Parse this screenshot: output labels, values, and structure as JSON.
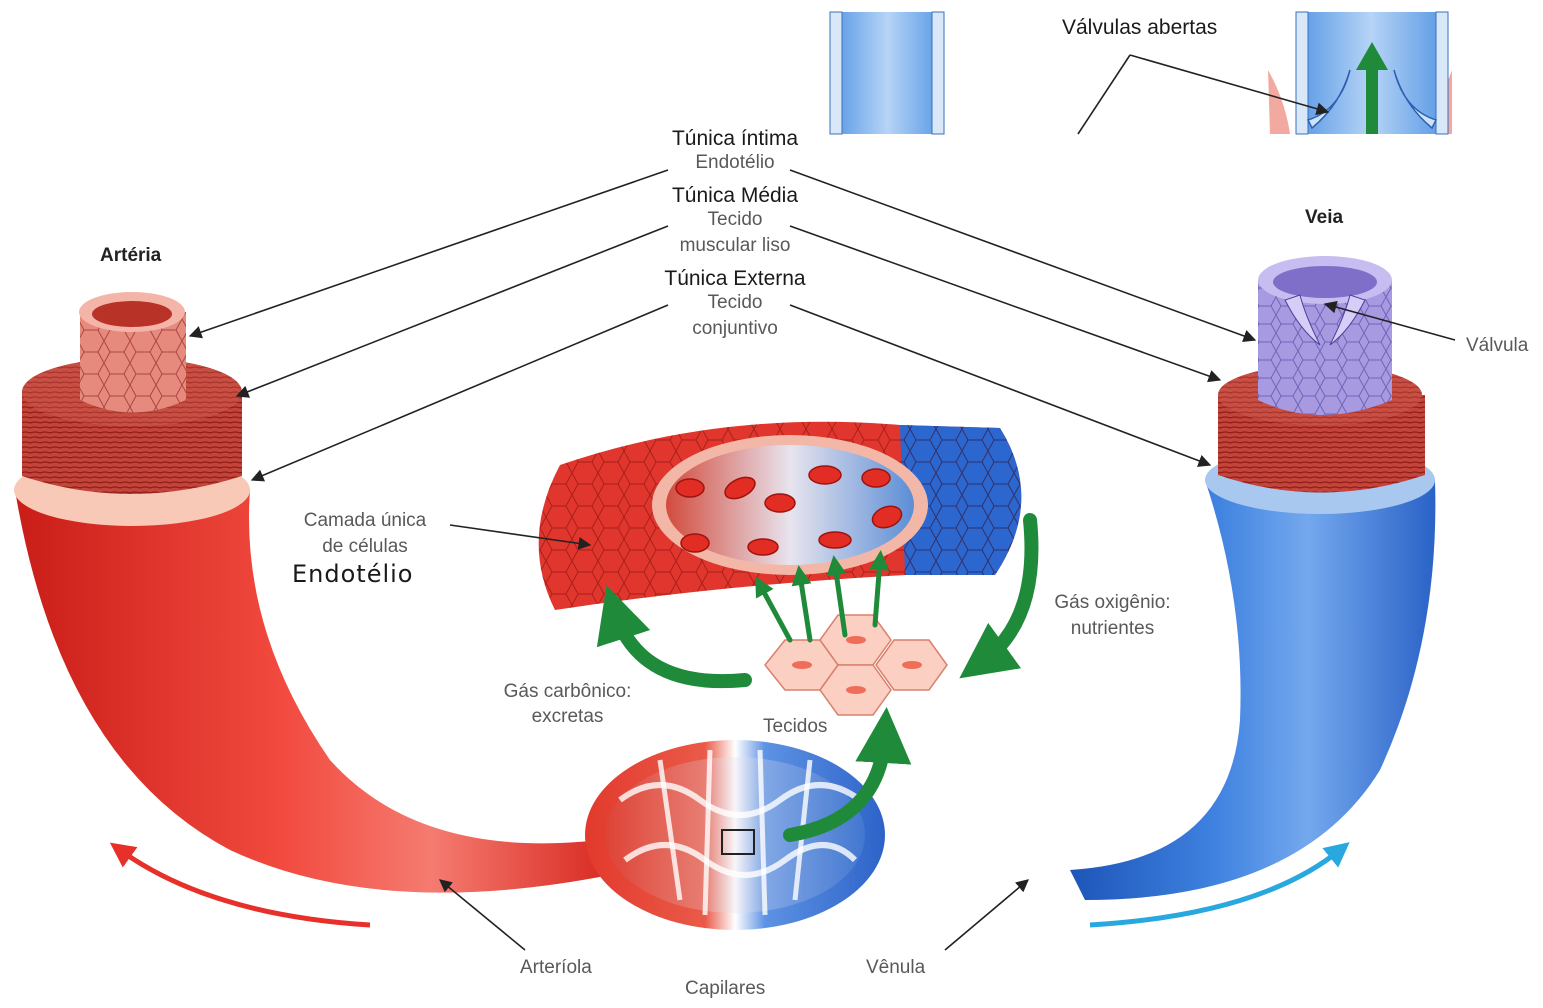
{
  "labels": {
    "valvulas_abertas": "Válvulas abertas",
    "tunica_intima": "Túnica íntima",
    "endotelio_small": "Endotélio",
    "tunica_media": "Túnica Média",
    "tecido_1": "Tecido",
    "muscular_liso": "muscular liso",
    "tunica_externa": "Túnica Externa",
    "tecido_2": "Tecido",
    "conjuntivo": "conjuntivo",
    "arteria": "Artéria",
    "veia": "Veia",
    "valvula": "Válvula",
    "camada_unica": "Camada única",
    "de_celulas": "de células",
    "endotelio_big": "Endotélio",
    "gas_oxigenio": "Gás oxigênio:",
    "nutrientes": "nutrientes",
    "gas_carbonico": "Gás carbônico:",
    "excretas": "excretas",
    "tecidos": "Tecidos",
    "arteriola": "Arteríola",
    "capilares": "Capilares",
    "venula": "Vênula"
  },
  "colors": {
    "artery_red": "#e8302a",
    "artery_light": "#f6a896",
    "vein_blue": "#2f6fd2",
    "vein_light": "#9cc0ec",
    "valve_purple": "#9b8fd6",
    "arrow_green": "#1f8a3a",
    "flow_cyan": "#29a8e0",
    "tissue_pink": "#fbd0c2"
  }
}
